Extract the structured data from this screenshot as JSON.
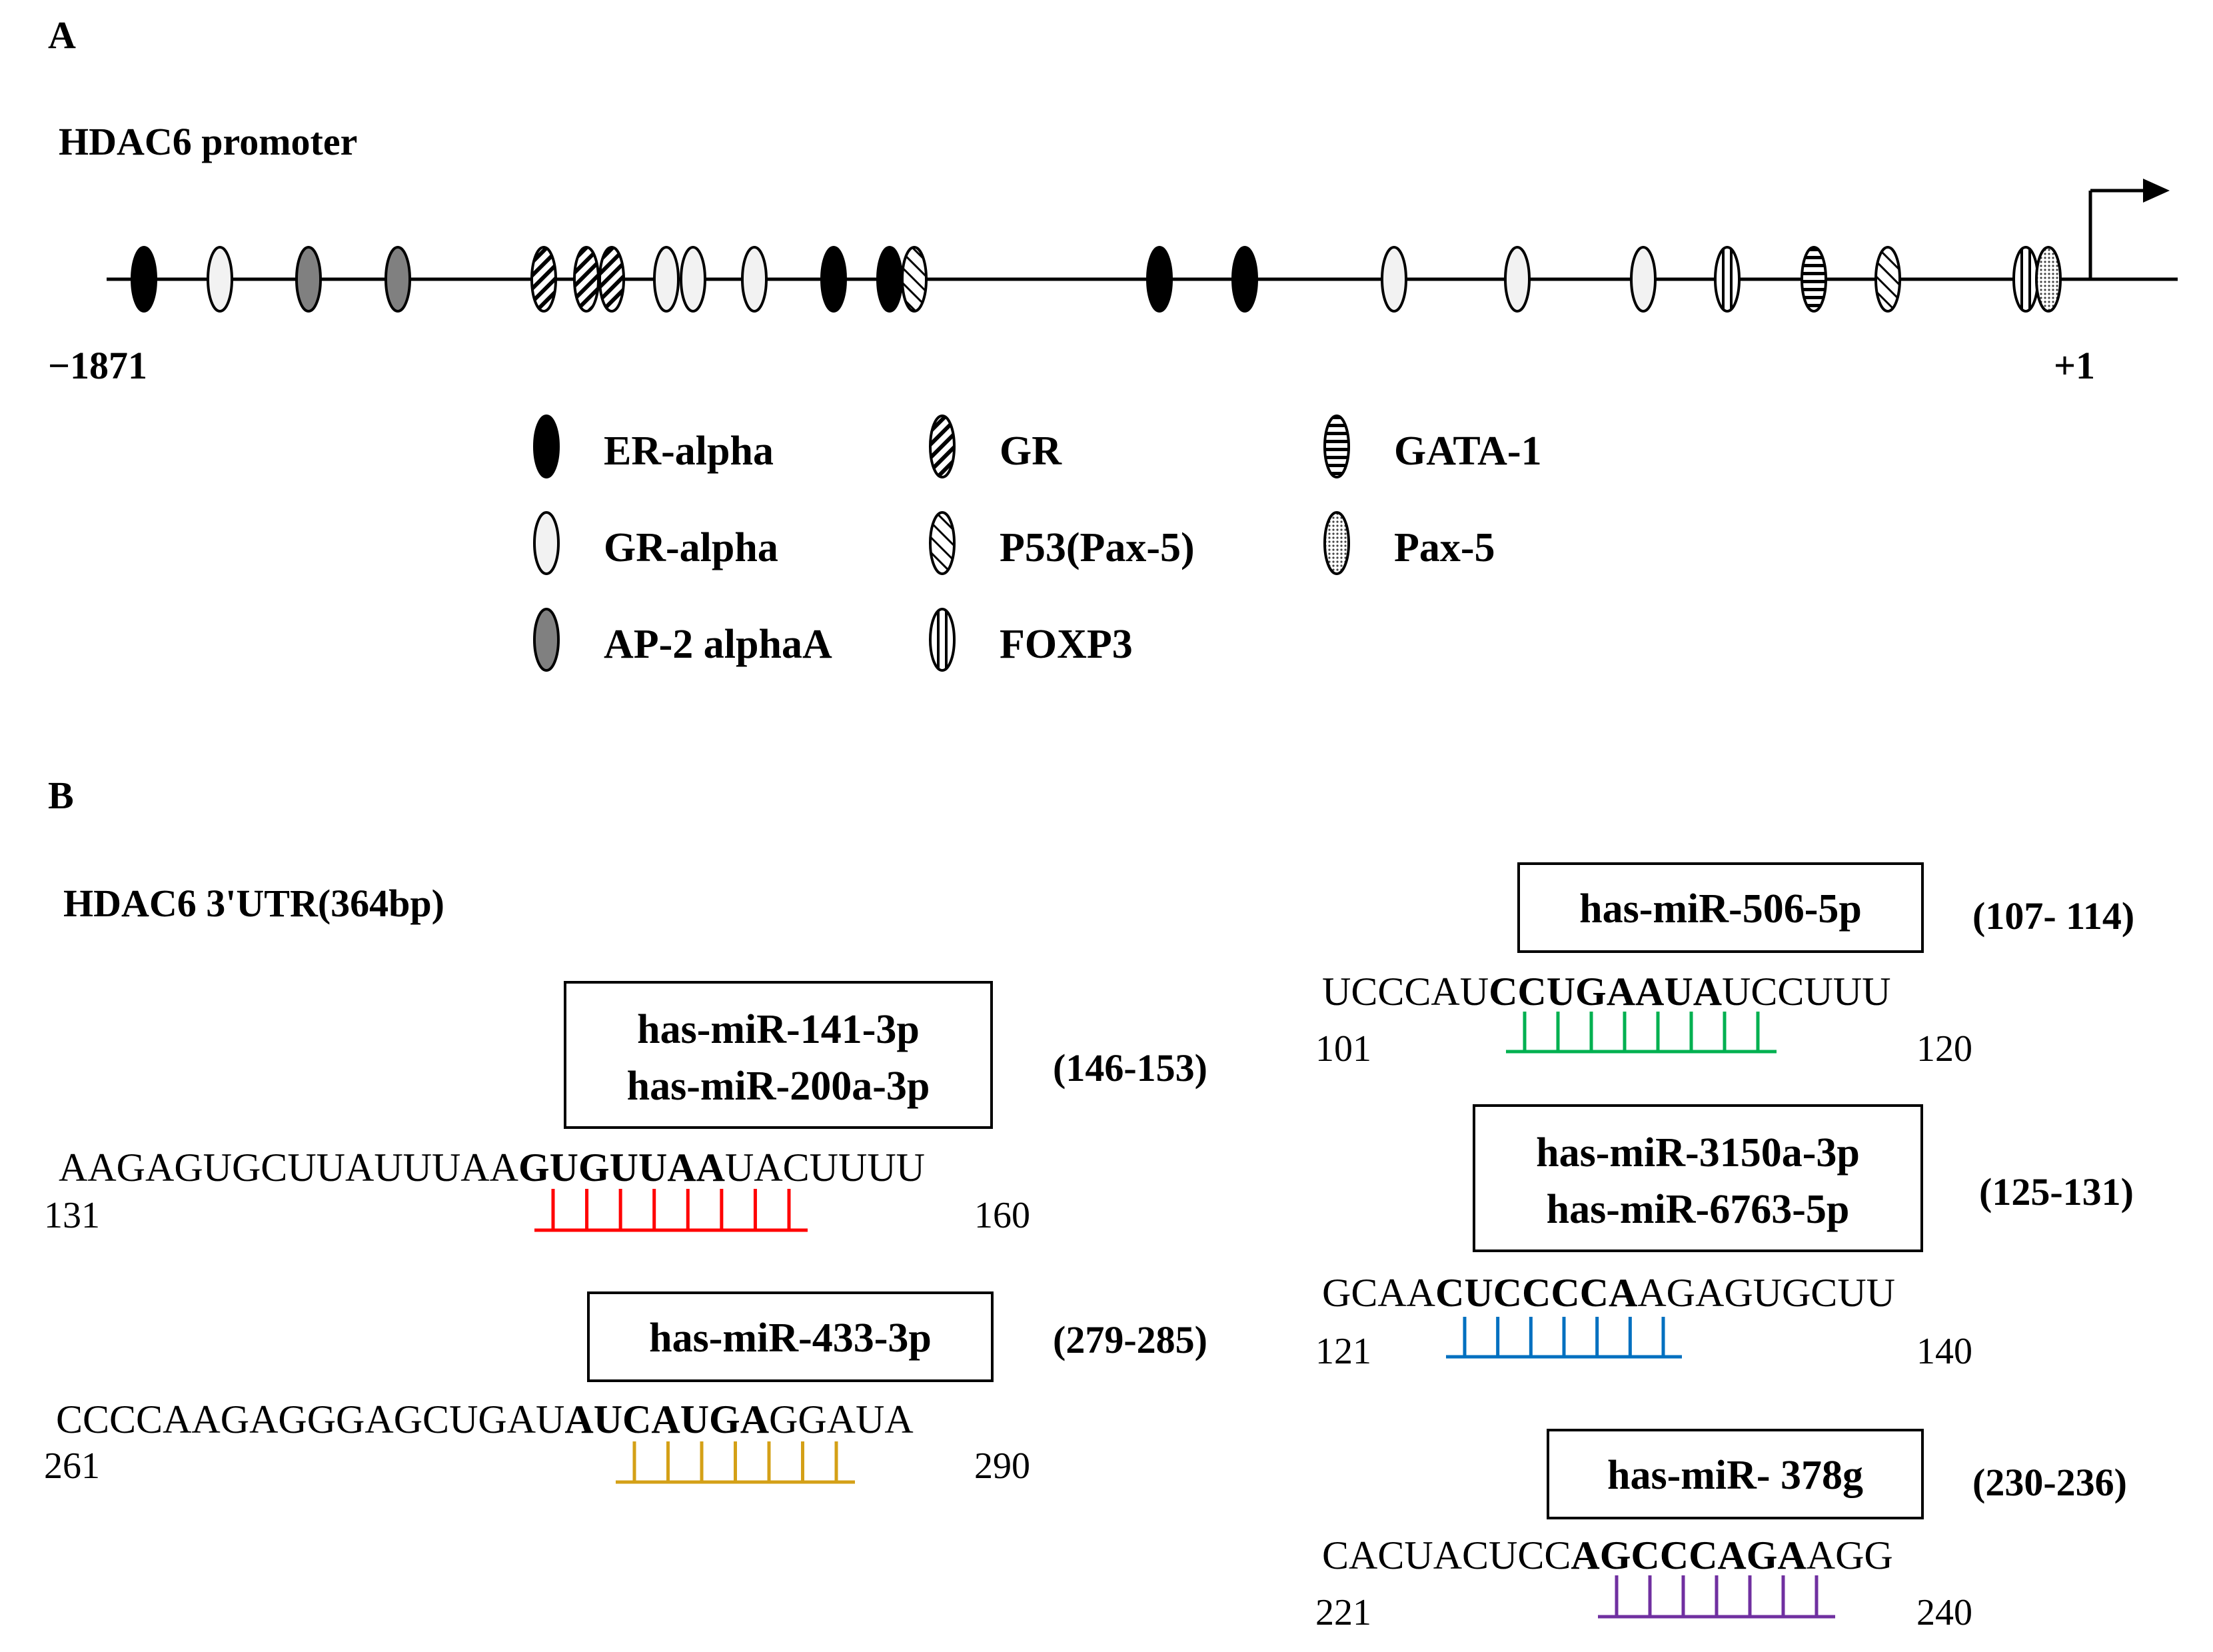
{
  "panel_a": {
    "label": "A",
    "title": "HDAC6 promoter",
    "start_label": "−1871",
    "end_label": "+1",
    "colors": {
      "er_alpha": "#000000",
      "gr_alpha": "#f2f2f2",
      "ap2": "#808080",
      "pax5": "#d9d9d9"
    },
    "legend": [
      {
        "type": "er_alpha",
        "label": "ER-alpha"
      },
      {
        "type": "gr_alpha",
        "label": "GR-alpha"
      },
      {
        "type": "ap2",
        "label": "AP-2 alphaA"
      },
      {
        "type": "gr",
        "label": "GR"
      },
      {
        "type": "p53",
        "label": "P53(Pax-5)"
      },
      {
        "type": "foxp3",
        "label": "FOXP3"
      },
      {
        "type": "gata1",
        "label": "GATA-1"
      },
      {
        "type": "pax5",
        "label": "Pax-5"
      }
    ]
  },
  "panel_b": {
    "label": "B",
    "title": "HDAC6 3'UTR(364bp)",
    "sites": [
      {
        "mirnas": [
          "has-miR-141-3p",
          "has-miR-200a-3p"
        ],
        "range": "(146-153)",
        "seq_pre": "AAGAGUGCUUAUUUA",
        "seq_bold": [
          {
            "t": "A",
            "b": false
          },
          {
            "t": "GUGUUAA",
            "b": true
          }
        ],
        "seq_post": "UACUUUU",
        "start": "131",
        "end": "160",
        "color": "#ff0000",
        "pairs": 8
      },
      {
        "mirnas": [
          "has-miR-433-3p"
        ],
        "range": "(279-285)",
        "seq_pre": "CCCCAAGAGGGAGCUGAU",
        "seq_bold": [
          {
            "t": "AUCAUGA",
            "b": true
          }
        ],
        "seq_post": "GGAUA",
        "start": "261",
        "end": "290",
        "color": "#d4a017",
        "pairs": 7
      },
      {
        "mirnas": [
          "has-miR-506-5p"
        ],
        "range": "(107- 114)",
        "seq_pre": "UCCCAU",
        "seq_bold": [
          {
            "t": "CCUGAAUA",
            "b": true
          }
        ],
        "seq_post": "UCCUUU",
        "start": "101",
        "end": "120",
        "color": "#00b050",
        "pairs": 8
      },
      {
        "mirnas": [
          "has-miR-3150a-3p",
          "has-miR-6763-5p"
        ],
        "range": "(125-131)",
        "seq_pre": "GCAA",
        "seq_bold": [
          {
            "t": "CUCCCCA",
            "b": true
          }
        ],
        "seq_post": "AGAGUGCUU",
        "start": "121",
        "end": "140",
        "color": "#0070c0",
        "pairs": 7
      },
      {
        "mirnas": [
          "has-miR- 378g"
        ],
        "range": "(230-236)",
        "seq_pre": "CACUACUCC",
        "seq_bold": [
          {
            "t": "AGCCCAGA",
            "b": true
          }
        ],
        "seq_post": "AGG",
        "start": "221",
        "end": "240",
        "color": "#7030a0",
        "pairs": 7
      }
    ]
  }
}
